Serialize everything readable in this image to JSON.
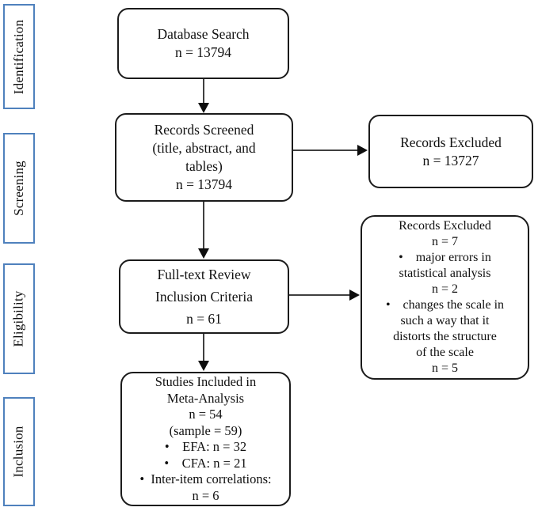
{
  "colors": {
    "stage_border": "#4f81bd",
    "node_border": "#1b1b1b",
    "arrow": "#3f3f3f",
    "background": "#ffffff"
  },
  "stages": [
    "Identification",
    "Screening",
    "Eligibility",
    "Inclusion"
  ],
  "nodes": {
    "database_search": {
      "lines": [
        "Database Search",
        "n = 13794"
      ]
    },
    "records_screened": {
      "lines": [
        "Records Screened",
        "(title, abstract, and",
        "tables)",
        "n = 13794"
      ]
    },
    "records_excluded_screening": {
      "lines": [
        "Records Excluded",
        "n = 13727"
      ]
    },
    "fulltext_review": {
      "lines": [
        "Full-text Review",
        "Inclusion Criteria",
        "n = 61"
      ]
    },
    "records_excluded_eligibility": {
      "lines": [
        "Records Excluded",
        "n = 7",
        "• major errors in",
        "statistical analysis",
        "n = 2",
        "• changes the scale in",
        "such a way that it",
        "distorts the structure",
        "of the scale",
        "n = 5"
      ]
    },
    "studies_included": {
      "lines": [
        "Studies Included in",
        "Meta-Analysis",
        "n = 54",
        "(sample = 59)",
        "• EFA: n = 32",
        "• CFA: n = 21",
        "• Inter-item correlations:",
        "n = 6"
      ]
    }
  }
}
